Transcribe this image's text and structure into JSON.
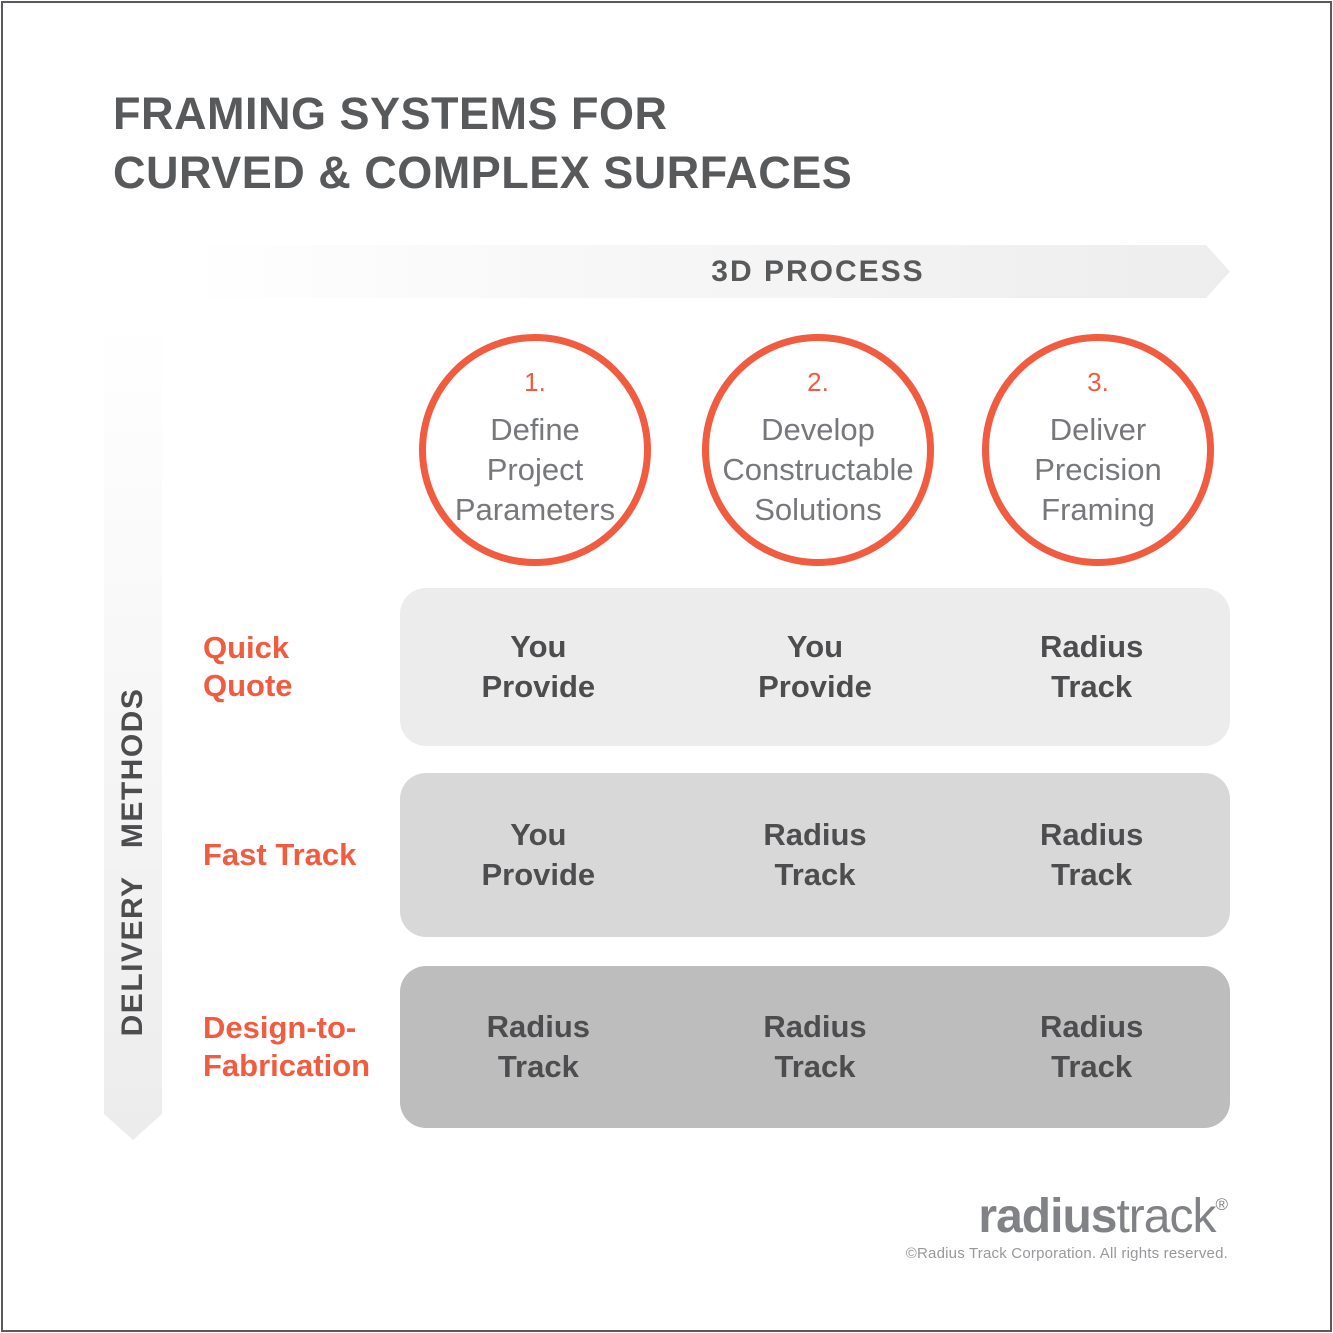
{
  "page": {
    "title": "FRAMING SYSTEMS FOR\nCURVED & COMPLEX SURFACES"
  },
  "process_axis": {
    "label": "3D PROCESS"
  },
  "delivery_axis": {
    "label": "DELIVERY METHODS"
  },
  "steps": [
    {
      "number": "1.",
      "label": "Define\nProject\nParameters"
    },
    {
      "number": "2.",
      "label": "Develop\nConstructable\nSolutions"
    },
    {
      "number": "3.",
      "label": "Deliver\nPrecision\nFraming"
    }
  ],
  "rows": [
    {
      "label": "Quick\nQuote",
      "cells": [
        "You\nProvide",
        "You\nProvide",
        "Radius\nTrack"
      ]
    },
    {
      "label": "Fast Track",
      "cells": [
        "You\nProvide",
        "Radius\nTrack",
        "Radius\nTrack"
      ]
    },
    {
      "label": "Design-to-\nFabrication",
      "cells": [
        "Radius\nTrack",
        "Radius\nTrack",
        "Radius\nTrack"
      ]
    }
  ],
  "footer": {
    "logo_bold": "radius",
    "logo_light": "track",
    "registered_mark": "®",
    "copyright": "©Radius Track Corporation. All rights reserved."
  },
  "colors": {
    "accent_orange": "#f15b40",
    "title_gray": "#58595b",
    "cell_text_gray": "#4d4d4f",
    "circle_text_gray": "#77787b",
    "row_band_quick_quote": "#ececec",
    "row_band_fast_track": "#d8d8d8",
    "row_band_design_to_fabrication": "#bdbdbd",
    "logo_gray": "#808285"
  }
}
